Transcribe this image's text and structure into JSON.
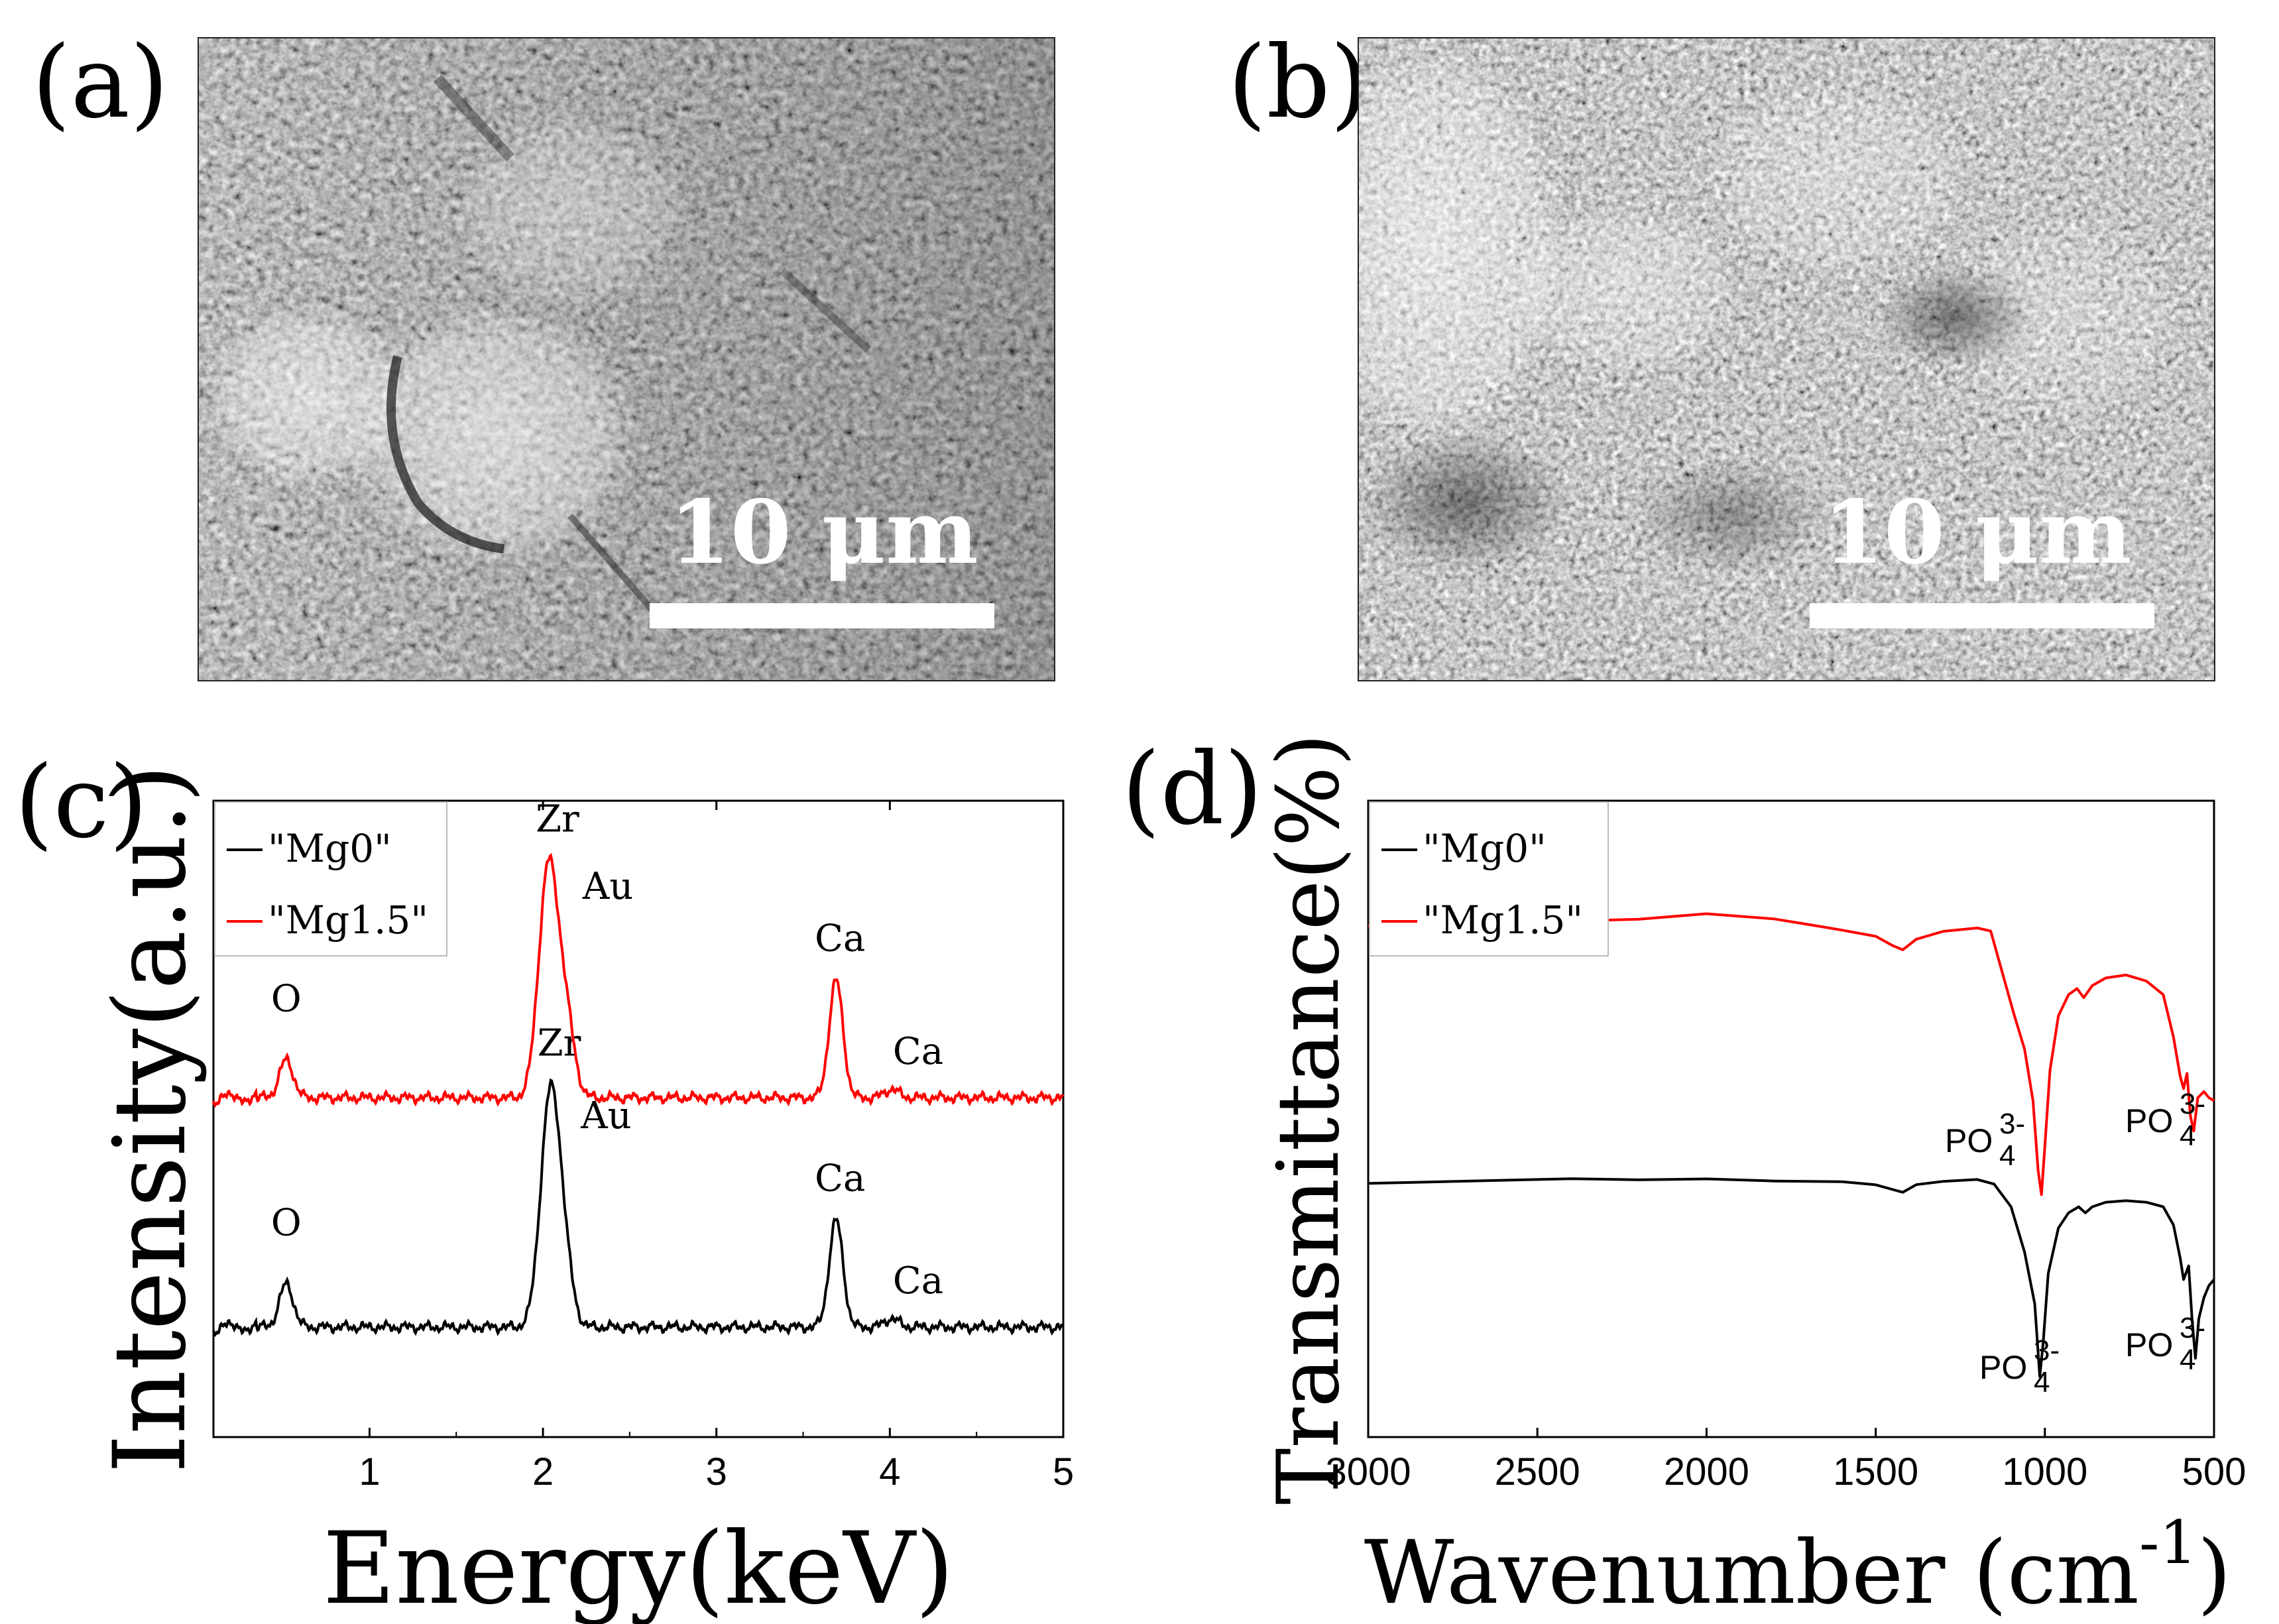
{
  "panels": {
    "a": {
      "letter": "(a)",
      "scale_bar": "10 μm"
    },
    "b": {
      "letter": "(b)",
      "scale_bar": "10 μm"
    },
    "c": {
      "letter": "(c)"
    },
    "d": {
      "letter": "(d)"
    }
  },
  "chart_data": [
    {
      "type": "line",
      "xlabel": "Energy(keV)",
      "ylabel": "Intensity(a.u.)",
      "xlim": [
        0.1,
        5
      ],
      "xticks": [
        1,
        2,
        3,
        4,
        5
      ],
      "y_ticks_shown": false,
      "legend": {
        "placement": "top-left",
        "entries": [
          "\"Mg0\"",
          "\"Mg1.5\""
        ]
      },
      "series": [
        {
          "name": "\"Mg0\"",
          "color": "#000000",
          "baseline": 0,
          "peaks": [
            {
              "x": 0.52,
              "height": 0.25,
              "label": "O"
            },
            {
              "x": 2.04,
              "height": 1.3,
              "label": "Zr"
            },
            {
              "x": 2.12,
              "height": 0.33,
              "label": "Au"
            },
            {
              "x": 3.69,
              "height": 0.62,
              "label": "Ca"
            },
            {
              "x": 4.01,
              "height": 0.05,
              "label": "Ca"
            }
          ]
        },
        {
          "name": "\"Mg1.5\"",
          "color": "#ff0000",
          "baseline": 1.5,
          "peaks": [
            {
              "x": 0.52,
              "height": 0.22,
              "label": "O"
            },
            {
              "x": 2.03,
              "height": 1.32,
              "label": "Zr"
            },
            {
              "x": 2.13,
              "height": 0.44,
              "label": "Au"
            },
            {
              "x": 3.69,
              "height": 0.68,
              "label": "Ca"
            },
            {
              "x": 4.01,
              "height": 0.05,
              "label": "Ca"
            }
          ]
        }
      ]
    },
    {
      "type": "line",
      "xlabel": "Wavenumber (cm",
      "xlabel_sup": "-1",
      "xlabel_close": ")",
      "ylabel": "Transmittance(%)",
      "xlim": [
        3000,
        500
      ],
      "xticks": [
        3000,
        2500,
        2000,
        1500,
        1000,
        500
      ],
      "y_ticks_shown": false,
      "legend": {
        "placement": "top-left",
        "entries": [
          "\"Mg0\"",
          "\"Mg1.5\""
        ]
      },
      "annotation_ion": "PO",
      "annotation_sub": "4",
      "annotation_sup": "3-",
      "series": [
        {
          "name": "\"Mg0\"",
          "color": "#000000",
          "points": [
            [
              3000,
              1.68
            ],
            [
              2700,
              1.69
            ],
            [
              2400,
              1.7
            ],
            [
              2200,
              1.7
            ],
            [
              2000,
              1.71
            ],
            [
              1800,
              1.69
            ],
            [
              1600,
              1.68
            ],
            [
              1500,
              1.66
            ],
            [
              1450,
              1.63
            ],
            [
              1420,
              1.62
            ],
            [
              1380,
              1.66
            ],
            [
              1300,
              1.69
            ],
            [
              1200,
              1.7
            ],
            [
              1150,
              1.67
            ],
            [
              1100,
              1.52
            ],
            [
              1060,
              1.22
            ],
            [
              1030,
              0.88
            ],
            [
              1015,
              0.4
            ],
            [
              1005,
              0.62
            ],
            [
              990,
              1.08
            ],
            [
              960,
              1.38
            ],
            [
              930,
              1.48
            ],
            [
              900,
              1.52
            ],
            [
              880,
              1.48
            ],
            [
              860,
              1.52
            ],
            [
              820,
              1.55
            ],
            [
              760,
              1.56
            ],
            [
              700,
              1.55
            ],
            [
              650,
              1.52
            ],
            [
              620,
              1.4
            ],
            [
              600,
              1.18
            ],
            [
              590,
              1.04
            ],
            [
              575,
              1.13
            ],
            [
              565,
              0.78
            ],
            [
              555,
              0.52
            ],
            [
              545,
              0.78
            ],
            [
              530,
              0.92
            ],
            [
              515,
              1.0
            ],
            [
              500,
              1.04
            ]
          ]
        },
        {
          "name": "\"Mg1.5\"",
          "color": "#ff0000",
          "points": [
            [
              3000,
              3.38
            ],
            [
              2700,
              3.39
            ],
            [
              2500,
              3.4
            ],
            [
              2300,
              3.41
            ],
            [
              2200,
              3.42
            ],
            [
              2000,
              3.46
            ],
            [
              1800,
              3.42
            ],
            [
              1700,
              3.38
            ],
            [
              1600,
              3.34
            ],
            [
              1500,
              3.3
            ],
            [
              1450,
              3.24
            ],
            [
              1420,
              3.22
            ],
            [
              1380,
              3.28
            ],
            [
              1300,
              3.34
            ],
            [
              1200,
              3.36
            ],
            [
              1160,
              3.34
            ],
            [
              1130,
              3.1
            ],
            [
              1090,
              2.78
            ],
            [
              1060,
              2.56
            ],
            [
              1035,
              2.22
            ],
            [
              1020,
              1.76
            ],
            [
              1010,
              1.6
            ],
            [
              1000,
              1.92
            ],
            [
              985,
              2.42
            ],
            [
              960,
              2.78
            ],
            [
              930,
              2.92
            ],
            [
              905,
              2.96
            ],
            [
              885,
              2.9
            ],
            [
              860,
              2.98
            ],
            [
              820,
              3.03
            ],
            [
              760,
              3.05
            ],
            [
              700,
              3.01
            ],
            [
              650,
              2.92
            ],
            [
              620,
              2.64
            ],
            [
              600,
              2.38
            ],
            [
              590,
              2.3
            ],
            [
              580,
              2.4
            ],
            [
              570,
              2.12
            ],
            [
              560,
              2.02
            ],
            [
              548,
              2.24
            ],
            [
              530,
              2.28
            ],
            [
              515,
              2.24
            ],
            [
              500,
              2.22
            ]
          ]
        }
      ]
    }
  ]
}
